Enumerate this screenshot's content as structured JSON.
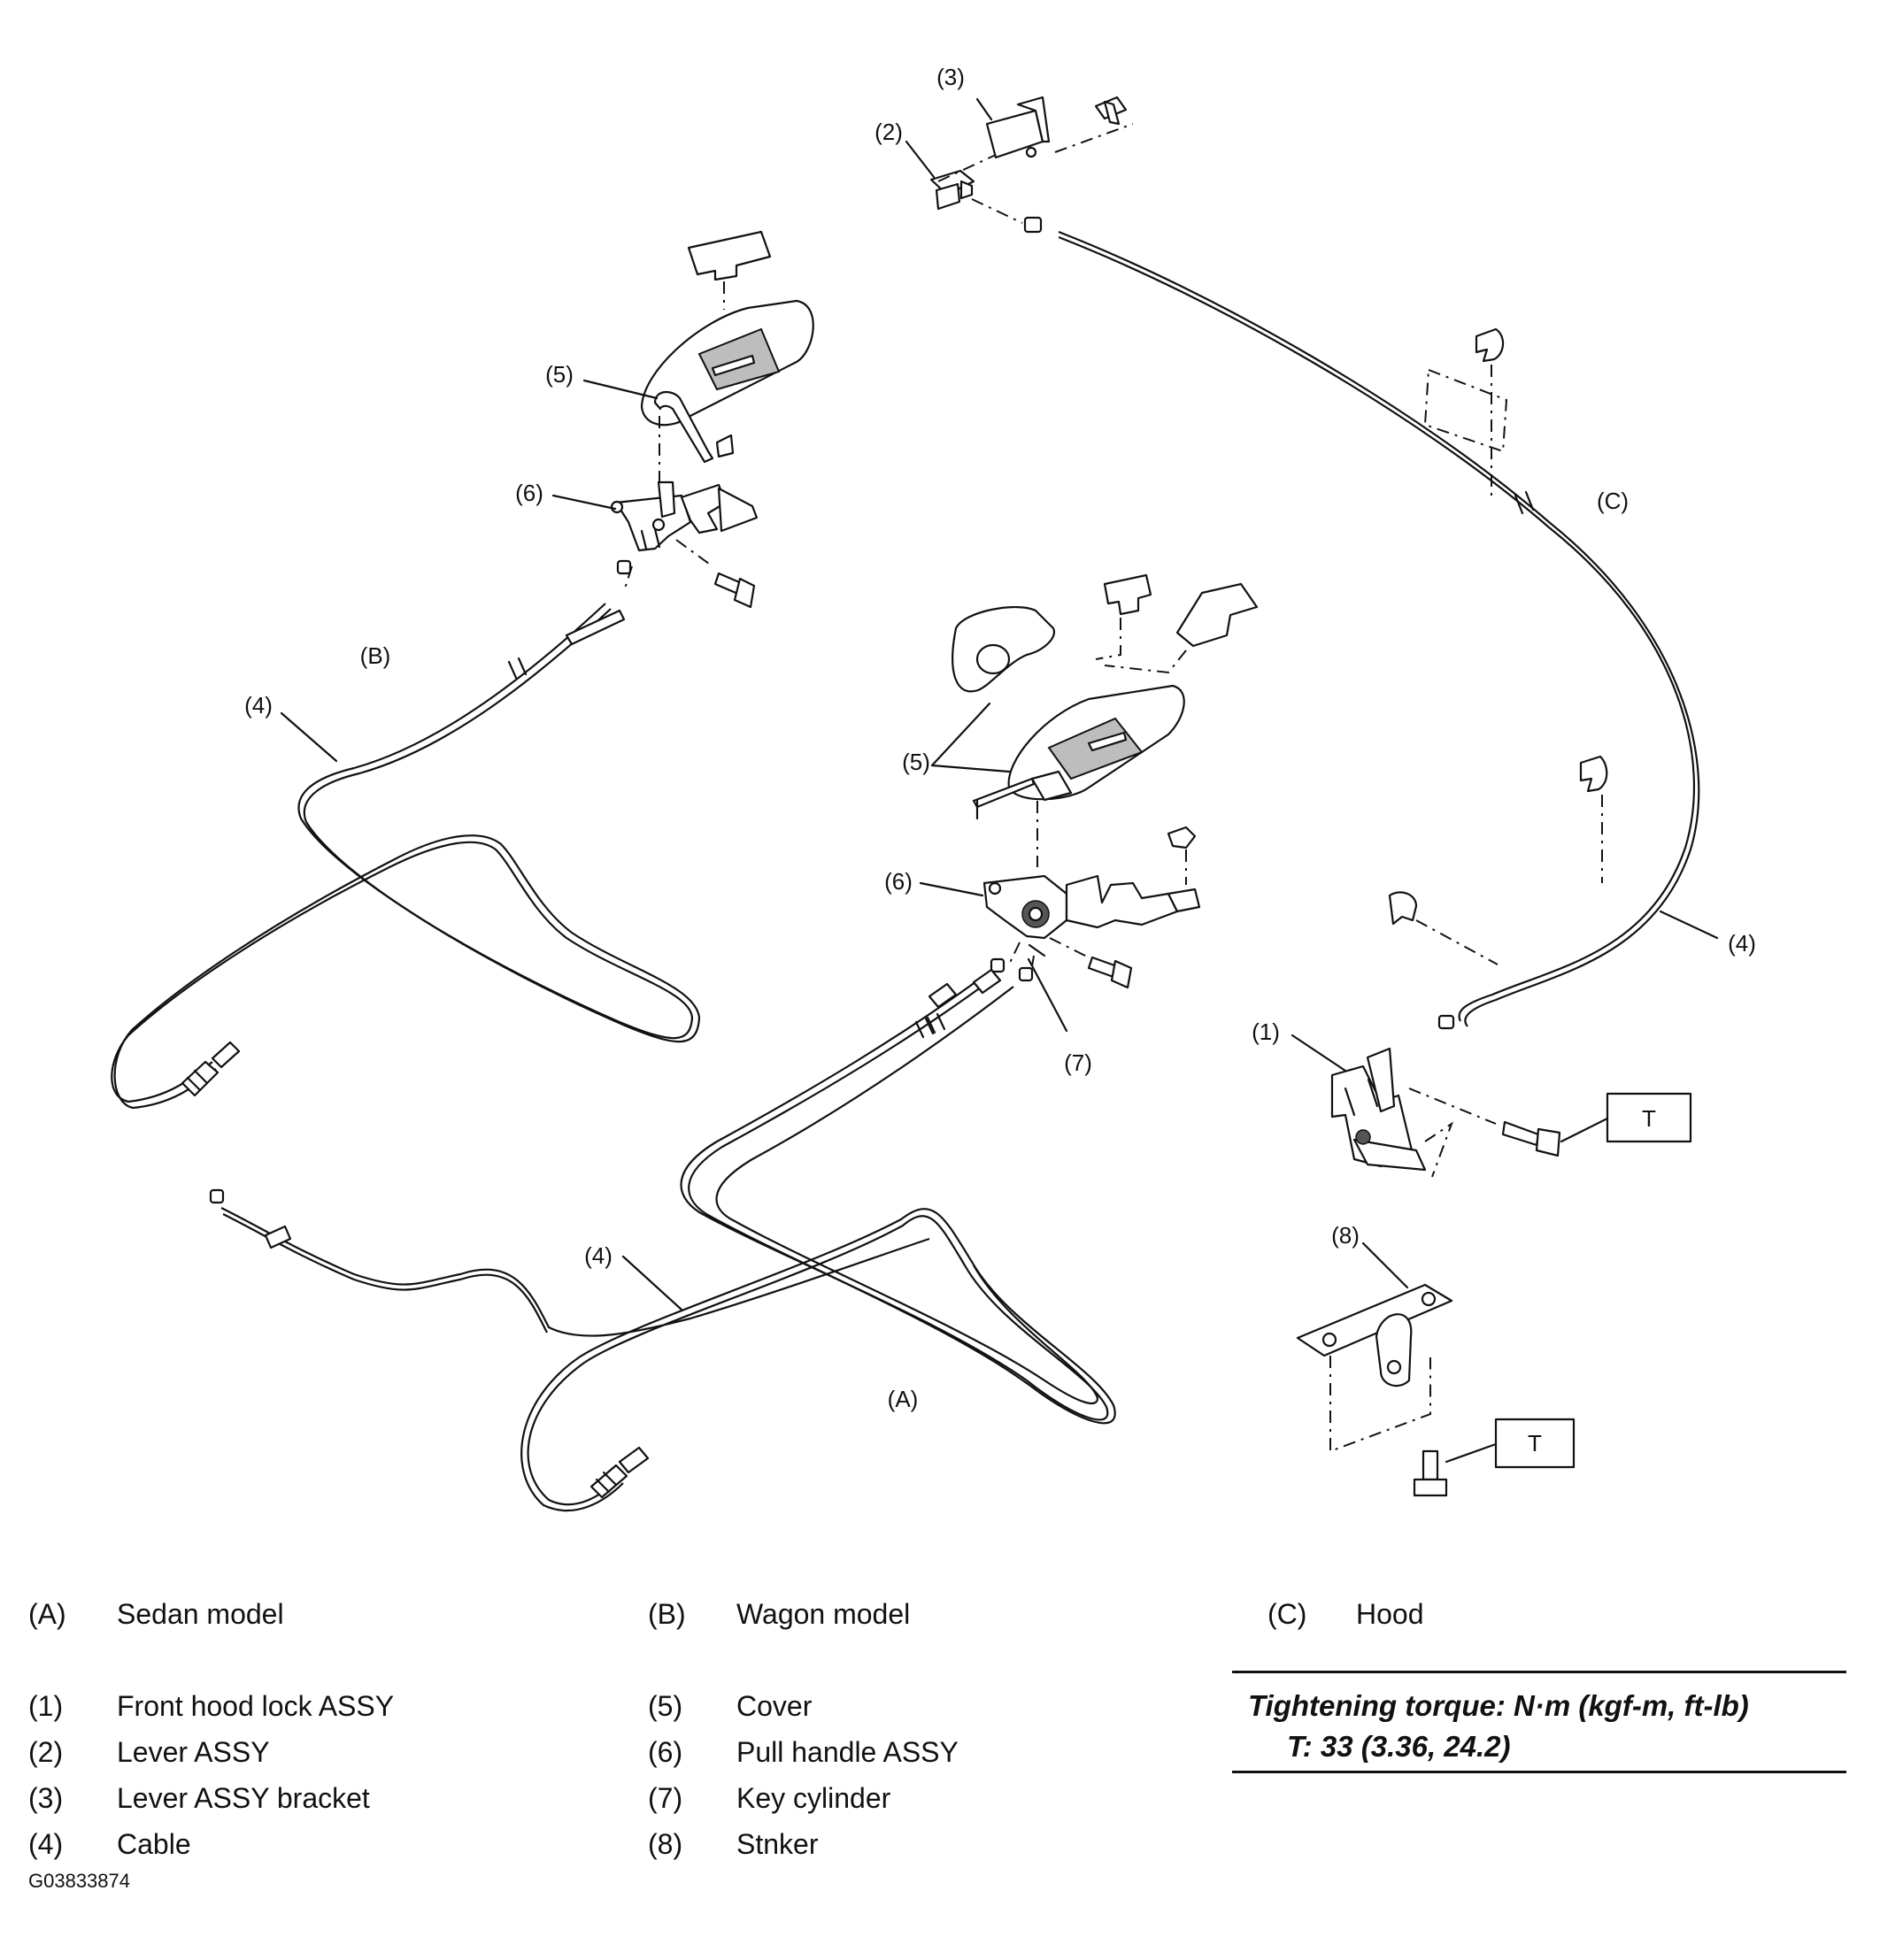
{
  "diagram": {
    "views": [
      {
        "code": "(A)",
        "desc": "Sedan model"
      },
      {
        "code": "(B)",
        "desc": "Wagon model"
      },
      {
        "code": "(C)",
        "desc": "Hood"
      }
    ],
    "callouts": {
      "p1": "(1)",
      "p2": "(2)",
      "p3": "(3)",
      "p4a": "(4)",
      "p4b": "(4)",
      "p4c": "(4)",
      "p5a": "(5)",
      "p5b": "(5)",
      "p6a": "(6)",
      "p6b": "(6)",
      "p7": "(7)",
      "p8": "(8)",
      "vA": "(A)",
      "vB": "(B)",
      "vC": "(C)",
      "t1": "T",
      "t2": "T"
    }
  },
  "legend": {
    "views": [
      {
        "code": "(A)",
        "name": "Sedan model"
      },
      {
        "code": "(B)",
        "name": "Wagon model"
      },
      {
        "code": "(C)",
        "name": "Hood"
      }
    ],
    "parts_col1": [
      {
        "code": "(1)",
        "name": "Front hood lock ASSY"
      },
      {
        "code": "(2)",
        "name": "Lever ASSY"
      },
      {
        "code": "(3)",
        "name": "Lever ASSY bracket"
      },
      {
        "code": "(4)",
        "name": "Cable"
      }
    ],
    "parts_col2": [
      {
        "code": "(5)",
        "name": "Cover"
      },
      {
        "code": "(6)",
        "name": "Pull handle ASSY"
      },
      {
        "code": "(7)",
        "name": "Key cylinder"
      },
      {
        "code": "(8)",
        "name": "Stnker"
      }
    ]
  },
  "torque": {
    "title": "Tightening torque: N·m (kgf-m, ft-lb)",
    "value": "T:   33 (3.36, 24.2)"
  },
  "figure_code": "G03833874"
}
